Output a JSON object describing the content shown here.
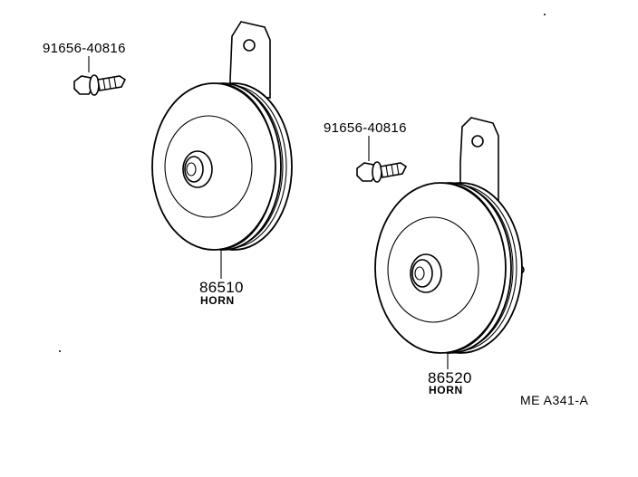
{
  "labels": {
    "bolt_left_part": "91656-40816",
    "bolt_right_part": "91656-40816",
    "horn_left_part": "86510",
    "horn_left_name": "HORN",
    "horn_right_part": "86520",
    "horn_right_name": "HORN",
    "diagram_ref": "ME A341-A"
  }
}
